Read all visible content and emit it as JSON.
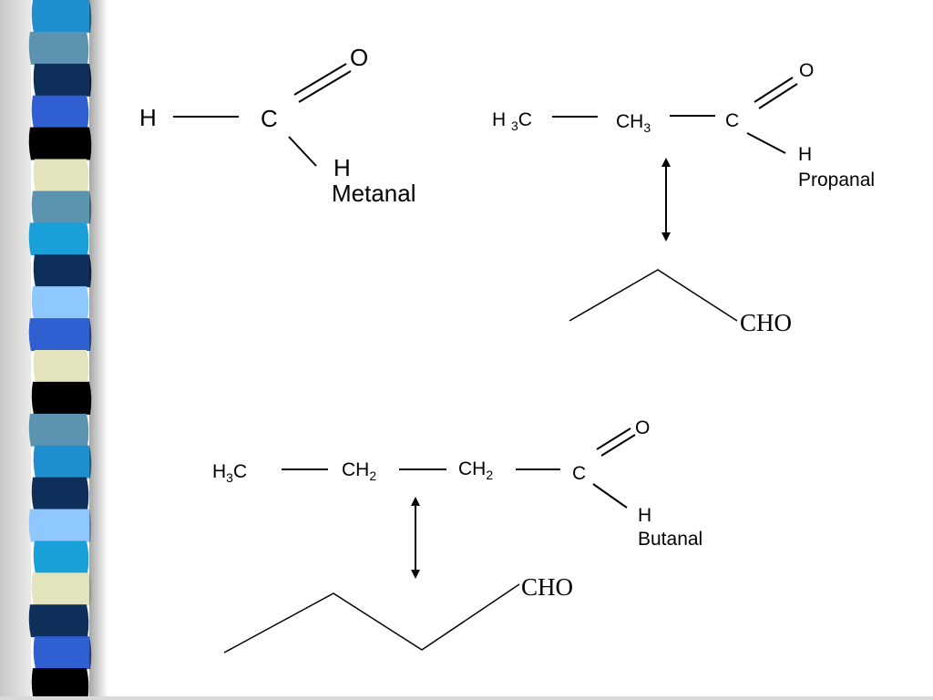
{
  "decor": {
    "band_colors": [
      "#1f8fd0",
      "#5b93b0",
      "#0d2f5a",
      "#2f5fd0",
      "#000000",
      "#e3e3bd",
      "#5b93b0",
      "#1aa0d8",
      "#0d2f5a",
      "#8fc7ff",
      "#2f5fd0",
      "#e3e3bd",
      "#000000",
      "#5b93b0",
      "#1f8fd0",
      "#0d2f5a",
      "#8fc7ff",
      "#1aa0d8",
      "#e3e3bd",
      "#0d2f5a",
      "#2f5fd0",
      "#000000"
    ]
  },
  "metanal": {
    "h_left": "H",
    "c": "C",
    "o": "O",
    "h_bottom": "H",
    "name": "Metanal"
  },
  "propanal": {
    "h3c_h": "H ",
    "h3c_sub": "3",
    "h3c_c": "C",
    "ch3_main": "CH",
    "ch3_sub": "3",
    "c": "C",
    "o": "O",
    "h": "H",
    "name": "Propanal",
    "skeletal_label": "CHO"
  },
  "butanal": {
    "h3c_h": "H",
    "h3c_sub": "3",
    "h3c_c": "C",
    "ch2a_main": "CH",
    "ch2a_sub": "2",
    "ch2b_main": "CH",
    "ch2b_sub": "2",
    "c": "C",
    "o": "O",
    "h": "H",
    "name": "Butanal",
    "skeletal_label": "CHO"
  }
}
